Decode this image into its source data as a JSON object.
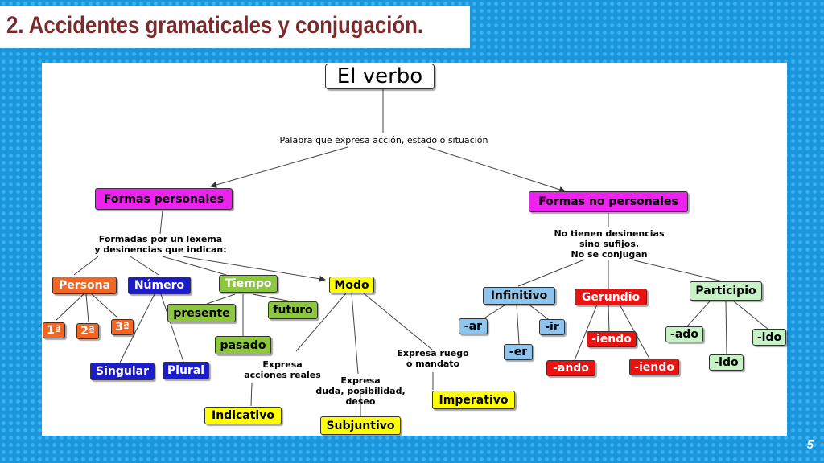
{
  "slide": {
    "title": "2. Accidentes gramaticales y conjugación.",
    "page_number": "5"
  },
  "map": {
    "root": "El verbo",
    "root_desc": "Palabra que expresa acción, estado o situación",
    "personal": {
      "label": "Formas personales",
      "desc_lines": [
        "Formadas por un lexema",
        "y desinencias que indican:"
      ],
      "persona": "Persona",
      "persona_values": [
        "1ª",
        "2ª",
        "3ª"
      ],
      "numero": "Número",
      "numero_values": [
        "Singular",
        "Plural"
      ],
      "tiempo": "Tiempo",
      "tiempo_values": [
        "presente",
        "pasado",
        "futuro"
      ],
      "modo": "Modo",
      "indicativo_desc": [
        "Expresa",
        "acciones reales"
      ],
      "indicativo": "Indicativo",
      "subjuntivo_desc": [
        "Expresa",
        "duda, posibilidad,",
        "deseo"
      ],
      "subjuntivo": "Subjuntivo",
      "imperativo_desc": [
        "Expresa ruego",
        "o mandato"
      ],
      "imperativo": "Imperativo"
    },
    "nonpersonal": {
      "label": "Formas no personales",
      "desc_lines": [
        "No tienen desinencias",
        "sino sufijos.",
        "No se conjugan"
      ],
      "infinitivo": "Infinitivo",
      "infinitivo_values": [
        "-ar",
        "-er",
        "-ir"
      ],
      "gerundio": "Gerundio",
      "gerundio_values": [
        "-iendo",
        "-ando",
        "-iendo"
      ],
      "participio": "Participio",
      "participio_values": [
        "-ado",
        "-ido",
        "-ido"
      ]
    }
  },
  "colors": {
    "magenta": "#ee22ee",
    "orange": "#f26522",
    "blue": "#1c1ccc",
    "green": "#8dc63f",
    "yellow": "#ffff00",
    "light_blue": "#8ec5ee",
    "red": "#ee1111",
    "light_green": "#c6f2c6",
    "title_text": "#7a2a2a"
  }
}
